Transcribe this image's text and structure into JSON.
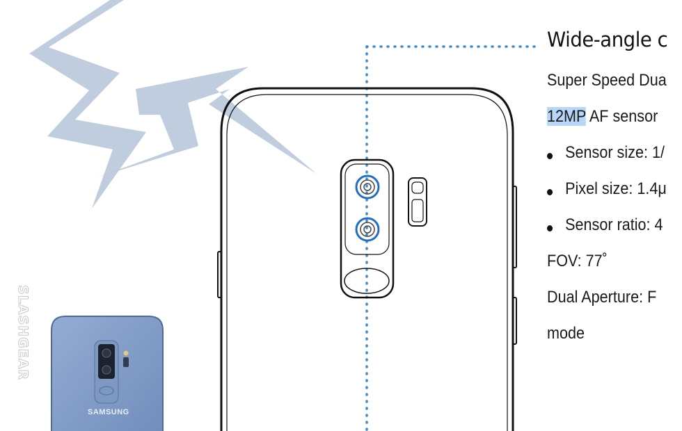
{
  "heading": "Wide-angle c",
  "specs": {
    "line1": "Super Speed Dua",
    "sensor_highlight": "12MP",
    "sensor_rest": " AF sensor",
    "bullets": [
      "Sensor size: 1/",
      "Pixel size: 1.4μ",
      "Sensor ratio: 4"
    ],
    "fov": "FOV: 77˚",
    "aperture": "Dual Aperture: F",
    "mode": "mode"
  },
  "watermark": "SLASHGEAR",
  "phone_brand": "SAMSUNG",
  "colors": {
    "lens_ring": "#1f6fc4",
    "dotted_line": "#3c8ad0",
    "highlight": "#b8d6f7",
    "phone_blue": "#7f9cc6",
    "bolt": "#b9c8dc"
  }
}
